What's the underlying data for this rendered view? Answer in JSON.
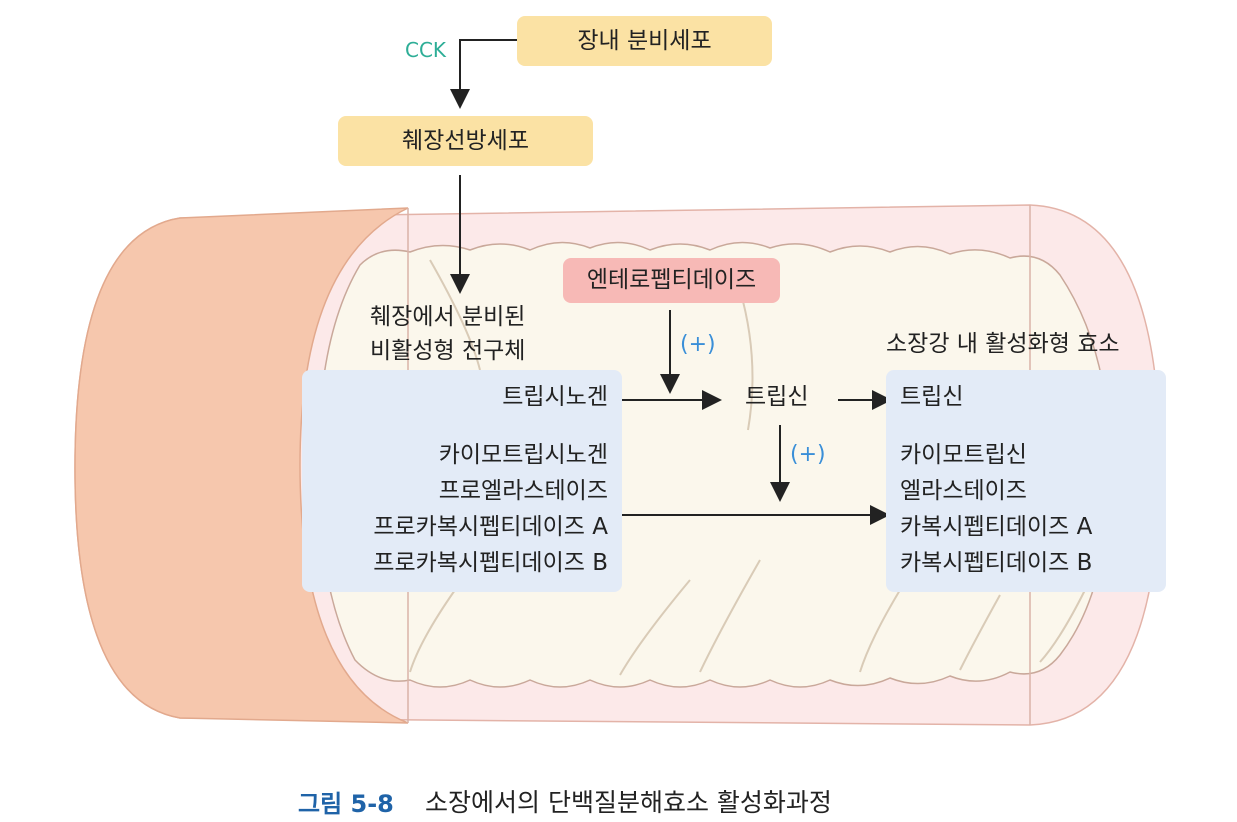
{
  "colors": {
    "yellow_box": "#fbe2a4",
    "pink_box": "#f7b9b6",
    "blue_box": "#e3ebf7",
    "cck_text": "#2eae97",
    "plus_sign": "#3a8fd8",
    "caption_number": "#1f63a8",
    "tube_outer": "#f6c7ad",
    "tube_inner": "#fce9e9",
    "lumen": "#fbf7ec"
  },
  "nodes": {
    "intestinal_cell": "장내 분비세포",
    "cck": "CCK",
    "acinar_cell": "췌장선방세포",
    "enteropeptidase": "엔테로펩티데이즈",
    "pancreas_label_line1": "췌장에서 분비된",
    "pancreas_label_line2": "비활성형 전구체",
    "lumen_label": "소장강 내 활성화형 효소",
    "trypsin_mid": "트립신",
    "plus1": "(+)",
    "plus2": "(+)"
  },
  "precursors": [
    "트립시노겐",
    "카이모트립시노겐",
    "프로엘라스테이즈",
    "프로카복시펩티데이즈 A",
    "프로카복시펩티데이즈 B"
  ],
  "active_enzymes": [
    "트립신",
    "카이모트립신",
    "엘라스테이즈",
    "카복시펩티데이즈 A",
    "카복시펩티데이즈 B"
  ],
  "caption": {
    "number": "그림 5-8",
    "text": "소장에서의 단백질분해효소 활성화과정"
  }
}
